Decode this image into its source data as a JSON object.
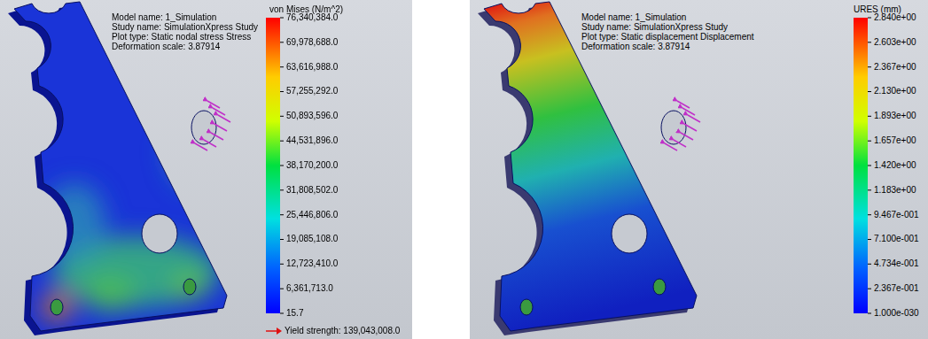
{
  "diagram": {
    "labels": [
      "Model name: 1_Simulation",
      "Study name: SimulationXpress Study",
      "Plot type: Static nodal stress Stress",
      "Deformation scale: 3.87914",
      "von Mises (N/m^2)",
      "76,340,384.0",
      "69,978,688.0",
      "63,616,988.0",
      "57,255,292.0",
      "50,893,596.0",
      "44,531,896.0",
      "38,170,200.0",
      "31,808,502.0",
      "25,446,806.0",
      "19,085,108.0",
      "12,723,410.0",
      "6,361,713.0",
      "15.7",
      "Yield strength: 139,043,008.0",
      "Model name: 1_Simulation",
      "Study name: SimulationXpress Study",
      "Plot type: Static displacement Displacement",
      "Deformation scale: 3.87914",
      "URES (mm)",
      "2.840e+00",
      "2.603e+00",
      "2.367e+00",
      "2.130e+00",
      "1.893e+00",
      "1.657e+00",
      "1.420e+00",
      "1.183e+00",
      "9.467e-001",
      "7.100e-001",
      "4.734e-001",
      "2.367e-001",
      "1.000e-030"
    ]
  }
}
